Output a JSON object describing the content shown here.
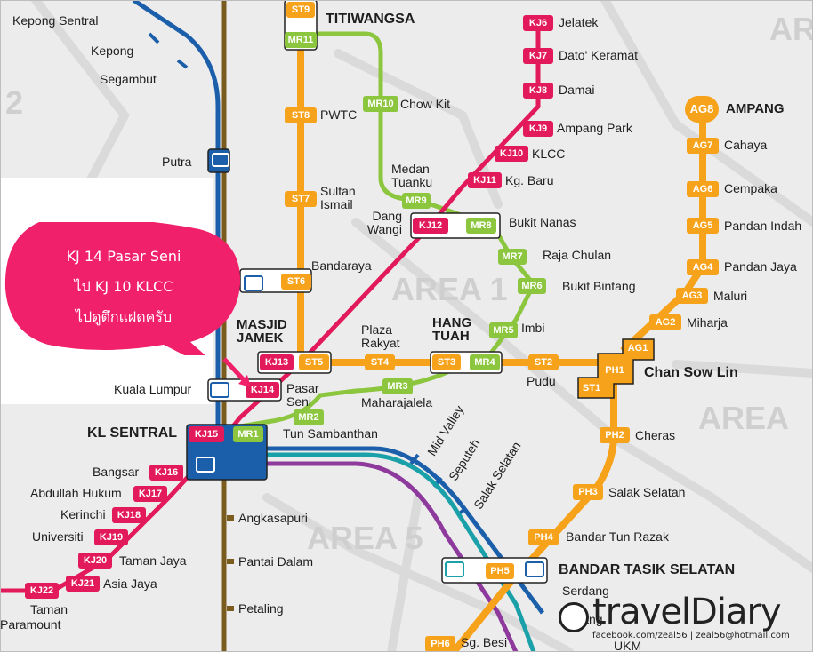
{
  "colors": {
    "kj": "#e2195a",
    "st": "#f7a21b",
    "ag": "#f7a21b",
    "mr": "#8cc63f",
    "ktm": "#1b5fab",
    "ph": "#f7a21b",
    "purple": "#8e3a9d",
    "teal": "#1aa0a8",
    "brown": "#7a5c1e",
    "bubble": "#f0206a"
  },
  "areas": [
    "AREA 1",
    "AREA 5",
    "AREA",
    "AR",
    "2"
  ],
  "kj_line": [
    {
      "code": "KJ6",
      "name": "Jelatek"
    },
    {
      "code": "KJ7",
      "name": "Dato' Keramat"
    },
    {
      "code": "KJ8",
      "name": "Damai"
    },
    {
      "code": "KJ9",
      "name": "Ampang Park"
    },
    {
      "code": "KJ10",
      "name": "KLCC"
    },
    {
      "code": "KJ11",
      "name": "Kg. Baru"
    },
    {
      "code": "KJ12",
      "name": "Dang Wangi"
    },
    {
      "code": "KJ13",
      "name": "MASJID JAMEK"
    },
    {
      "code": "KJ14",
      "name": "Pasar Seni"
    },
    {
      "code": "KJ15",
      "name": "KL SENTRAL"
    },
    {
      "code": "KJ16",
      "name": "Bangsar"
    },
    {
      "code": "KJ17",
      "name": "Abdullah Hukum"
    },
    {
      "code": "KJ18",
      "name": "Kerinchi"
    },
    {
      "code": "KJ19",
      "name": "Universiti"
    },
    {
      "code": "KJ20",
      "name": "Taman Jaya"
    },
    {
      "code": "KJ21",
      "name": "Asia Jaya"
    },
    {
      "code": "KJ22",
      "name": "Taman Paramount"
    }
  ],
  "ag_line": [
    {
      "code": "AG8",
      "name": "AMPANG"
    },
    {
      "code": "AG7",
      "name": "Cahaya"
    },
    {
      "code": "AG6",
      "name": "Cempaka"
    },
    {
      "code": "AG5",
      "name": "Pandan Indah"
    },
    {
      "code": "AG4",
      "name": "Pandan Jaya"
    },
    {
      "code": "AG3",
      "name": "Maluri"
    },
    {
      "code": "AG2",
      "name": "Miharja"
    },
    {
      "code": "AG1",
      "name": "Chan Sow Lin"
    }
  ],
  "st_line": [
    {
      "code": "ST9",
      "name": "TITIWANGSA"
    },
    {
      "code": "ST8",
      "name": "PWTC"
    },
    {
      "code": "ST7",
      "name": "Sultan Ismail"
    },
    {
      "code": "ST6",
      "name": "Bandaraya"
    },
    {
      "code": "ST5",
      "name": "MASJID JAMEK"
    },
    {
      "code": "ST4",
      "name": "Plaza Rakyat"
    },
    {
      "code": "ST3",
      "name": "HANG TUAH"
    },
    {
      "code": "ST2",
      "name": "Pudu"
    },
    {
      "code": "ST1",
      "name": "Chan Sow Lin"
    }
  ],
  "mr_line": [
    {
      "code": "MR11",
      "name": "TITIWANGSA"
    },
    {
      "code": "MR10",
      "name": "Chow Kit"
    },
    {
      "code": "MR9",
      "name": "Medan Tuanku"
    },
    {
      "code": "MR8",
      "name": "Bukit Nanas"
    },
    {
      "code": "MR7",
      "name": "Raja Chulan"
    },
    {
      "code": "MR6",
      "name": "Bukit Bintang"
    },
    {
      "code": "MR5",
      "name": "Imbi"
    },
    {
      "code": "MR4",
      "name": "HANG TUAH"
    },
    {
      "code": "MR3",
      "name": "Maharajalela"
    },
    {
      "code": "MR2",
      "name": "Tun Sambanthan"
    },
    {
      "code": "MR1",
      "name": "KL SENTRAL"
    }
  ],
  "ph_line": [
    {
      "code": "PH1",
      "name": "Chan Sow Lin"
    },
    {
      "code": "PH2",
      "name": "Cheras"
    },
    {
      "code": "PH3",
      "name": "Salak Selatan"
    },
    {
      "code": "PH4",
      "name": "Bandar Tun Razak"
    },
    {
      "code": "PH5",
      "name": "BANDAR TASIK SELATAN"
    },
    {
      "code": "PH6",
      "name": "Sg. Besi"
    }
  ],
  "ktm_stations": [
    "Kepong Sentral",
    "Kepong",
    "Segambut",
    "Putra",
    "Kuala Lumpur",
    "Mid Valley",
    "Seputeh",
    "Salak Selatan",
    "Angkasapuri",
    "Pantai Dalam",
    "Petaling",
    "Serdang",
    "Kajang",
    "UKM"
  ],
  "bubble": {
    "lines": [
      "KJ 14 Pasar Seni",
      "ไป KJ 10 KLCC",
      "ไปดูตึกแฝดครับ"
    ]
  },
  "brand": {
    "logo": "travelDiary",
    "credit": "facebook.com/zeal56 | zeal56@hotmail.com"
  }
}
